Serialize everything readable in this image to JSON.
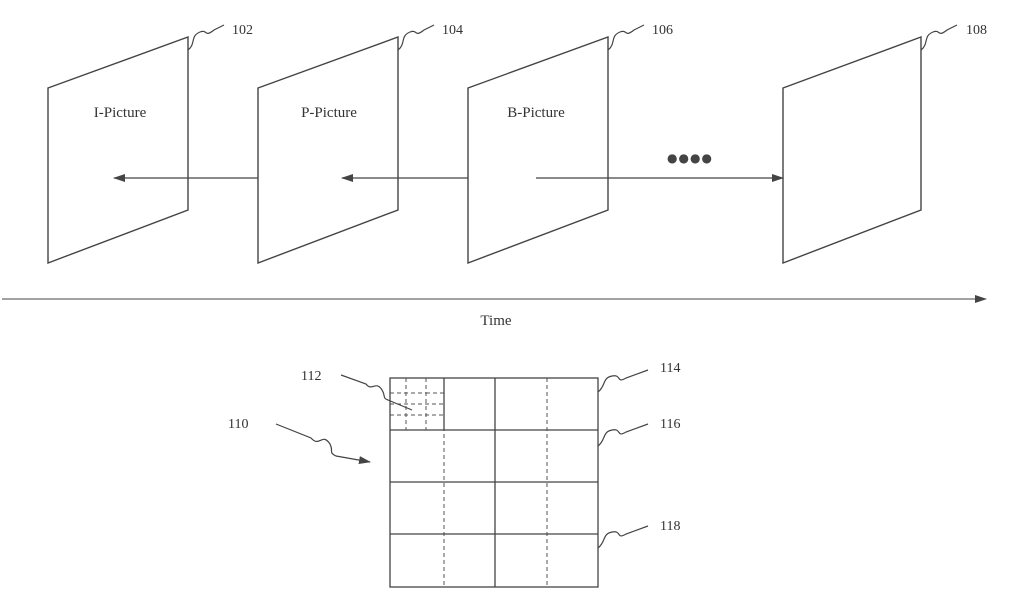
{
  "pictures": [
    {
      "ref": "102",
      "label": "I-Picture"
    },
    {
      "ref": "104",
      "label": "P-Picture"
    },
    {
      "ref": "106",
      "label": "B-Picture"
    },
    {
      "ref": "108",
      "label": ""
    }
  ],
  "ellipsis": "●●●●",
  "time_axis": {
    "label": "Time"
  },
  "block_grid": {
    "ref_grid": "110",
    "ref_sub_block": "112",
    "ref_row_1": "114",
    "ref_row_2": "116",
    "ref_row_4": "118"
  },
  "colors": {
    "line": "#444444",
    "text": "#333333"
  }
}
